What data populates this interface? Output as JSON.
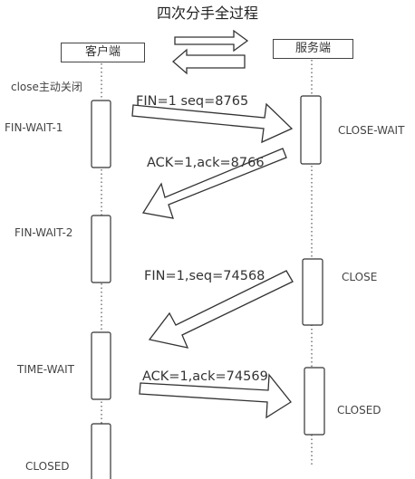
{
  "title": "四次分手全过程",
  "client": {
    "label": "客户端"
  },
  "server": {
    "label": "服务端"
  },
  "note": "close主动关闭",
  "client_states": [
    "FIN-WAIT-1",
    "FIN-WAIT-2",
    "TIME-WAIT",
    "CLOSED"
  ],
  "server_states": [
    "CLOSE-WAIT",
    "CLOSE",
    "CLOSED"
  ],
  "messages": [
    {
      "label": "FIN=1  seq=8765",
      "direction": "client-to-server"
    },
    {
      "label": "ACK=1,ack=8766",
      "direction": "server-to-client"
    },
    {
      "label": "FIN=1,seq=74568",
      "direction": "server-to-client"
    },
    {
      "label": "ACK=1,ack=74569",
      "direction": "client-to-server"
    }
  ],
  "colors": {
    "stroke": "#333333",
    "text": "#333333",
    "fill": "#ffffff"
  }
}
